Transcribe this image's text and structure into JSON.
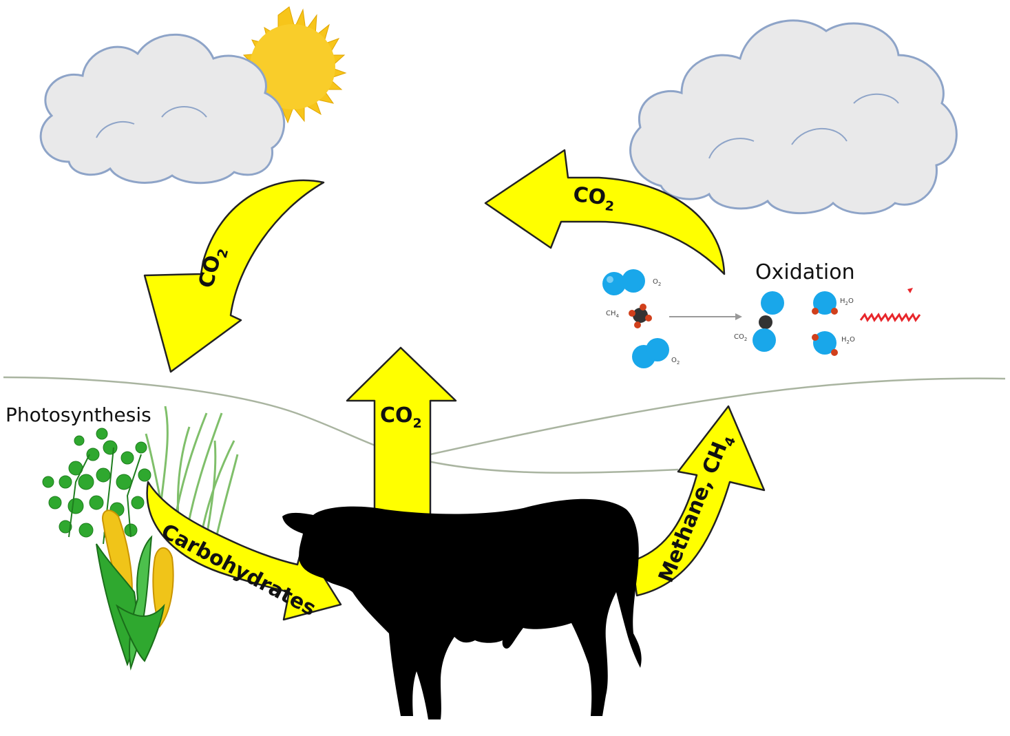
{
  "labels": {
    "photosynthesis": "Photosynthesis",
    "oxidation": "Oxidation",
    "carbohydrates": "Carbohydrates",
    "methane": "Methane, CH",
    "methane_sub": "4",
    "co2_main": "CO",
    "co2_sub": "2",
    "mol_o2": "O",
    "mol_o2_sub": "2",
    "mol_ch4": "CH",
    "mol_ch4_sub": "4",
    "mol_co2": "CO",
    "mol_co2_sub": "2",
    "mol_h2o": "H",
    "mol_h2o_sub": "2",
    "mol_h2o_o": "O"
  },
  "colors": {
    "arrow_fill": "#ffff00",
    "arrow_stroke": "#222222",
    "cloud_fill": "#e9e9ea",
    "cloud_stroke": "#8ea4c8",
    "sun": "#f7c51a",
    "ground_line": "#a9b4a0",
    "cow": "#000000",
    "plant_green": "#2fa82f",
    "corn_yellow": "#f0c419",
    "molecule_blue": "#19a7ea",
    "molecule_red": "#d1401c",
    "molecule_dark": "#333333",
    "radiation": "#e8262b"
  }
}
